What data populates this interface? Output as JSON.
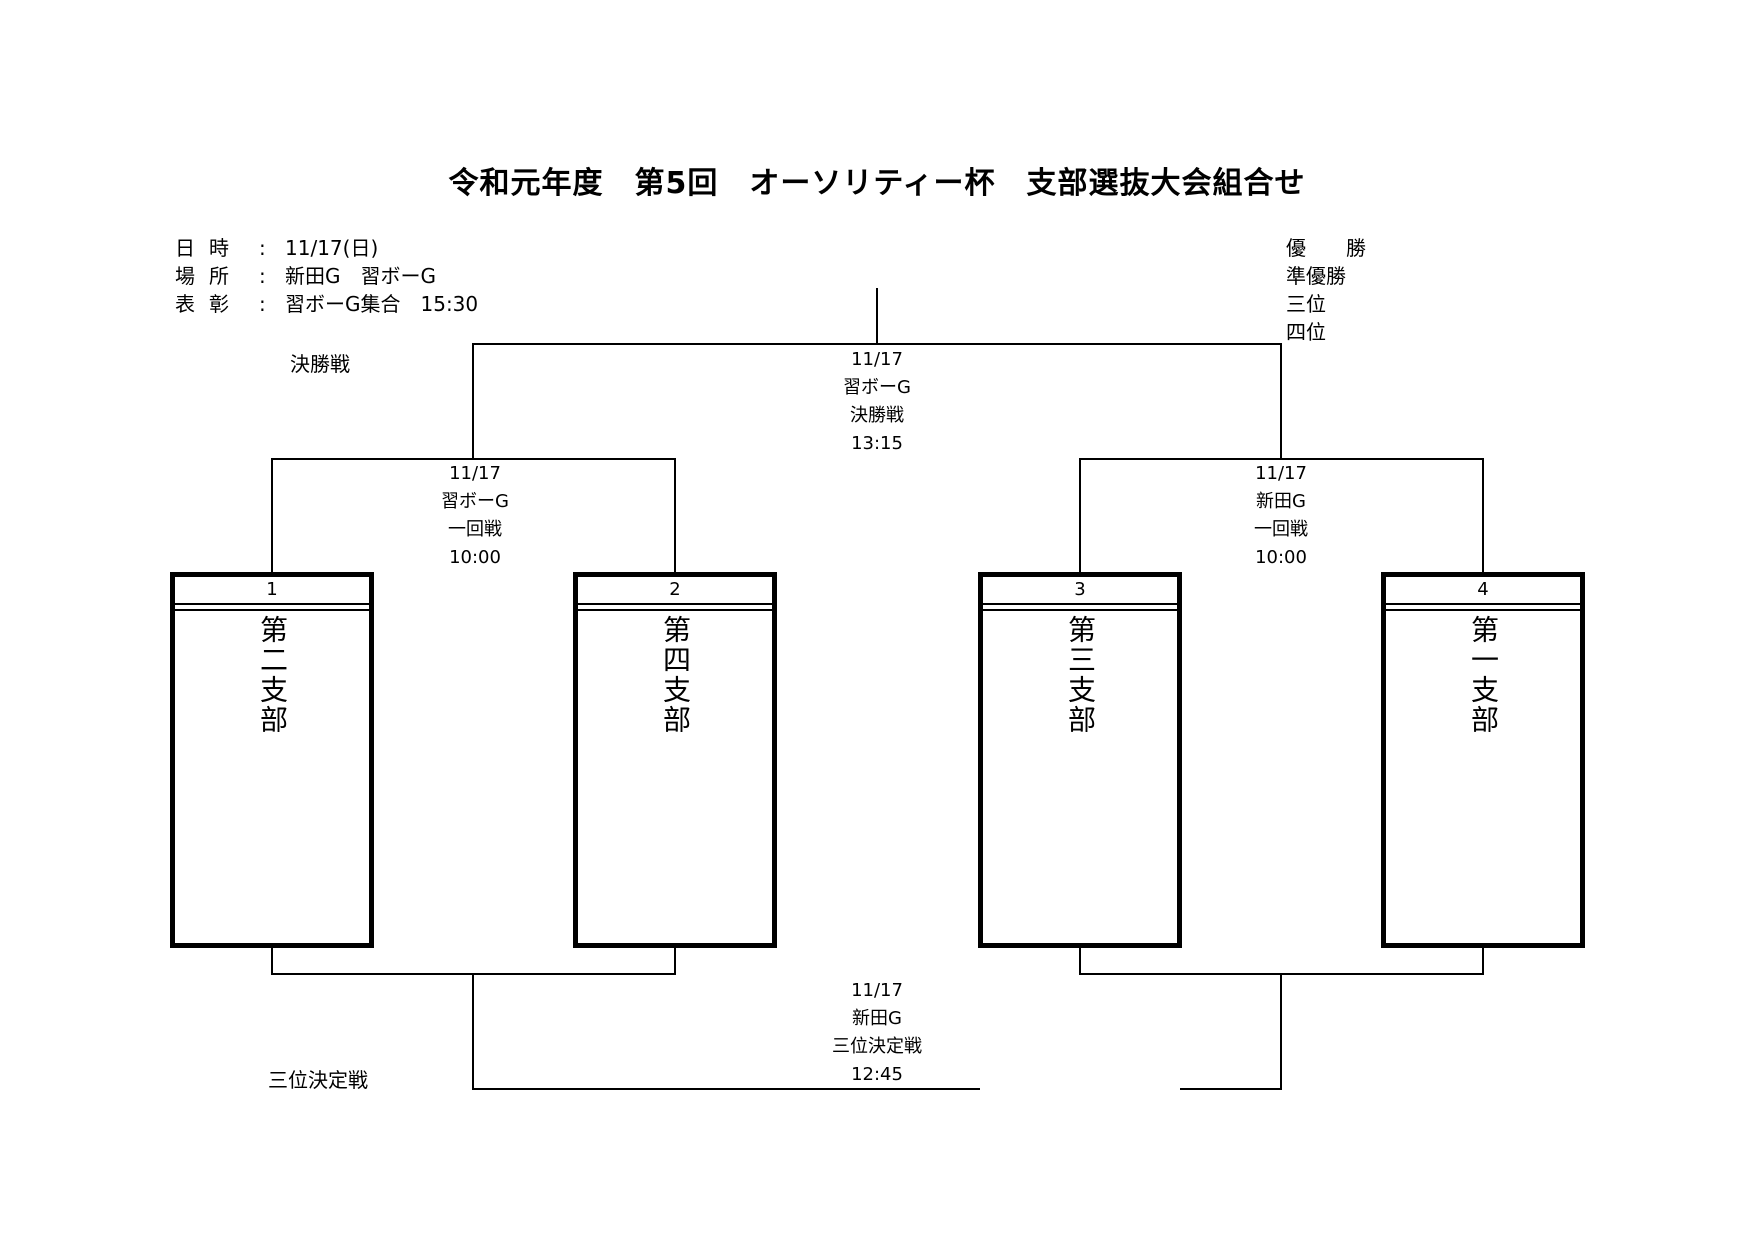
{
  "title": "令和元年度　第5回　オーソリティー杯　支部選抜大会組合せ",
  "info": [
    {
      "key": "日時",
      "value": "11/17(日)"
    },
    {
      "key": "場所",
      "value": "新田G　習ボーG"
    },
    {
      "key": "表彰",
      "value": "習ボーG集合　15:30"
    }
  ],
  "info_colon": ":",
  "ranks": [
    "優　　勝",
    "準優勝",
    "三位",
    "四位"
  ],
  "labels": {
    "final": "決勝戦",
    "third": "三位決定戦"
  },
  "matches": {
    "final": {
      "date": "11/17",
      "venue": "習ボーG",
      "round": "決勝戦",
      "time": "13:15"
    },
    "left": {
      "date": "11/17",
      "venue": "習ボーG",
      "round": "一回戦",
      "time": "10:00"
    },
    "right": {
      "date": "11/17",
      "venue": "新田G",
      "round": "一回戦",
      "time": "10:00"
    },
    "third": {
      "date": "11/17",
      "venue": "新田G",
      "round": "三位決定戦",
      "time": "12:45"
    }
  },
  "teams": [
    {
      "num": "1",
      "name": "第二支部"
    },
    {
      "num": "2",
      "name": "第四支部"
    },
    {
      "num": "3",
      "name": "第三支部"
    },
    {
      "num": "4",
      "name": "第一支部"
    }
  ]
}
